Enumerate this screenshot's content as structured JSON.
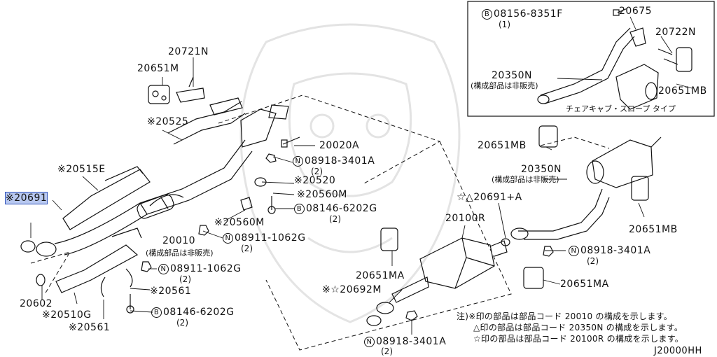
{
  "diagram_code": "J20000HH",
  "inset_caption": "チェアキャブ・スロープ タイプ",
  "labels": {
    "p20691": "※20691",
    "p20602": "20602",
    "p20510G": "※20510G",
    "p20561a": "※20561",
    "p20561b": "※20561",
    "p20515E": "※20515E",
    "p20525": "※20525",
    "p20651M": "20651M",
    "p20721N": "20721N",
    "p20020A": "20020A",
    "p20520": "※20520",
    "p20560Ma": "※20560M",
    "p20560Mb": "※20560M",
    "p20010": "20010",
    "p20010_note": "(構成部品は非販売)",
    "b08918a": "08918-3401A",
    "b08918a_q": "(2)",
    "b08146a": "08146-6202G",
    "b08146a_q": "(2)",
    "b08911a": "08911-1062G",
    "b08911a_q": "(2)",
    "b08911b": "08911-1062G",
    "b08911b_q": "(2)",
    "b08146b": "08146-6202G",
    "b08146b_q": "(2)",
    "p20692M": "※☆20692M",
    "p20651MAa": "20651MA",
    "p20651MAb": "20651MA",
    "p20100R": "20100R",
    "p20691A": "☆△20691+A",
    "p20350N": "20350N",
    "p20350N_note": "(構成部品は非販売)",
    "p20651MBa": "20651MB",
    "p20651MB_main": "20651MB",
    "b08918b": "08918-3401A",
    "b08918b_q": "(2)",
    "b08918c": "08918-3401A",
    "b08918c_q": "(2)",
    "inset_b08156": "08156-8351F",
    "inset_b08156_q": "(1)",
    "inset_20675": "20675",
    "inset_20722N": "20722N",
    "inset_20350N": "20350N",
    "inset_20350N_note": "(構成部品は非販売)",
    "inset_20651MB": "20651MB"
  },
  "bolt_prefix": {
    "N": "N",
    "B": "B"
  },
  "notes": [
    "注)※印の部品は部品コード 20010 の構成を示します。",
    "△印の部品は部品コード 20350N の構成を示します。",
    "☆印の部品は部品コード 20100R の構成を示します。"
  ],
  "highlight_color": "#b8c8f0"
}
